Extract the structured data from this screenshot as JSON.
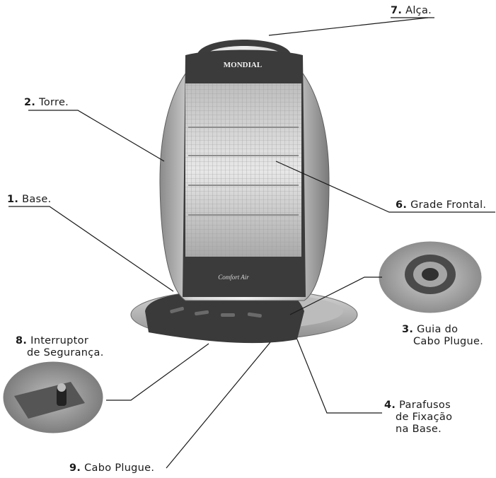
{
  "brand": "MONDIAL",
  "model_badge": "Comfort Air",
  "parts": [
    {
      "num": "1.",
      "lines": [
        "Base."
      ]
    },
    {
      "num": "2.",
      "lines": [
        "Torre."
      ]
    },
    {
      "num": "3.",
      "lines": [
        "Guia do",
        "Cabo Plugue."
      ]
    },
    {
      "num": "4.",
      "lines": [
        "Parafusos",
        "de Fixação",
        "na Base."
      ]
    },
    {
      "num": "6.",
      "lines": [
        "Grade Frontal."
      ]
    },
    {
      "num": "7.",
      "lines": [
        "Alça."
      ]
    },
    {
      "num": "8.",
      "lines": [
        "Interruptor",
        "de Segurança."
      ]
    },
    {
      "num": "9.",
      "lines": [
        "Cabo Plugue."
      ]
    }
  ]
}
